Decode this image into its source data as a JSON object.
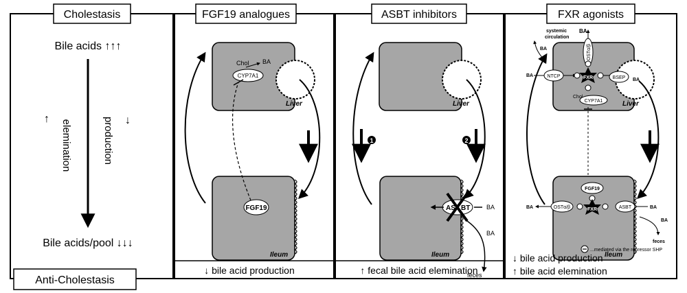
{
  "panels": {
    "cholestasis": {
      "title": "Cholestasis",
      "top_label": "Bile acids ↑↑↑",
      "elimination": "elemination",
      "production": "production",
      "up_arrow": "↑",
      "down_arrow": "↓",
      "bottom_label": "Bile acids/pool ↓↓↓",
      "footer": "Anti-Cholestasis"
    },
    "fgf19": {
      "title": "FGF19 analogues",
      "chol": "Chol",
      "ba": "BA",
      "cyp": "CYP7A1",
      "liver": "Liver",
      "ileum": "Ileum",
      "fgf19": "FGF19",
      "footer": "↓ bile acid production"
    },
    "asbt": {
      "title": "ASBT inhibitors",
      "liver": "Liver",
      "ileum": "Ileum",
      "step1": "1",
      "step2": "2",
      "as": "AS",
      "bt": "BT",
      "ba_in": "BA",
      "ba_out": "BA",
      "feces": "feces",
      "footer": "↑ fecal bile acid elemination"
    },
    "fxr": {
      "title": "FXR agonists",
      "systemic": "systemic",
      "circulation": "circulation",
      "ba_top": "BA",
      "ba_sys": "BA",
      "ba_left": "BA",
      "ost_top": "OSTα/β",
      "ntcp": "NTCP",
      "fxr": "FXR",
      "bsep": "BSEP",
      "ba_bsep": "BA",
      "chol": "Chol",
      "cyp": "CYP7A1",
      "liver": "Liver",
      "fgf19": "FGF19",
      "ost_bottom": "OSTα/β",
      "ba_ileum_left": "BA",
      "asbt": "ASBT",
      "ba_ileum_right": "BA",
      "ba_feces": "BA",
      "feces": "feces",
      "ileum": "Ileum",
      "shp_note": "...mediated via the repressor SHP",
      "footer1": "↓ bile acid production",
      "footer2": "↑ bile acid elemination"
    }
  }
}
